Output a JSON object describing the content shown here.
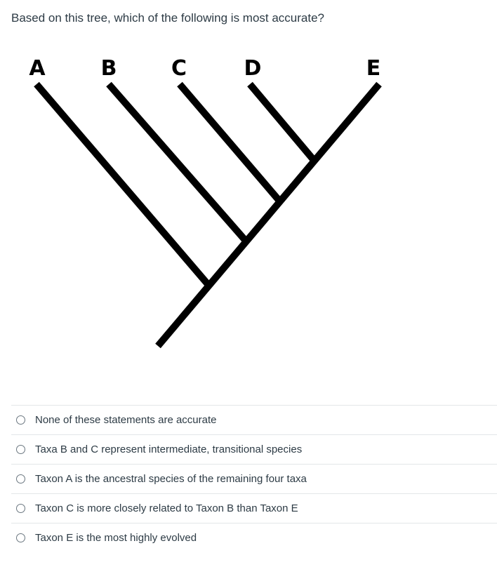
{
  "question": {
    "text": "Based on this tree, which of the following is most accurate?"
  },
  "tree": {
    "tips": [
      "A",
      "B",
      "C",
      "D",
      "E"
    ],
    "line_color": "#000000"
  },
  "answers": [
    {
      "label": "None of these statements are accurate",
      "selected": false
    },
    {
      "label": "Taxa B and C represent intermediate, transitional species",
      "selected": false
    },
    {
      "label": "Taxon A is the ancestral species of the remaining four taxa",
      "selected": false
    },
    {
      "label": "Taxon C is more closely related to Taxon B than Taxon E",
      "selected": false
    },
    {
      "label": "Taxon E is the most highly evolved",
      "selected": false
    }
  ],
  "colors": {
    "text": "#2d3b45",
    "divider": "#e3e6e8",
    "radio_border": "#6b7780"
  }
}
